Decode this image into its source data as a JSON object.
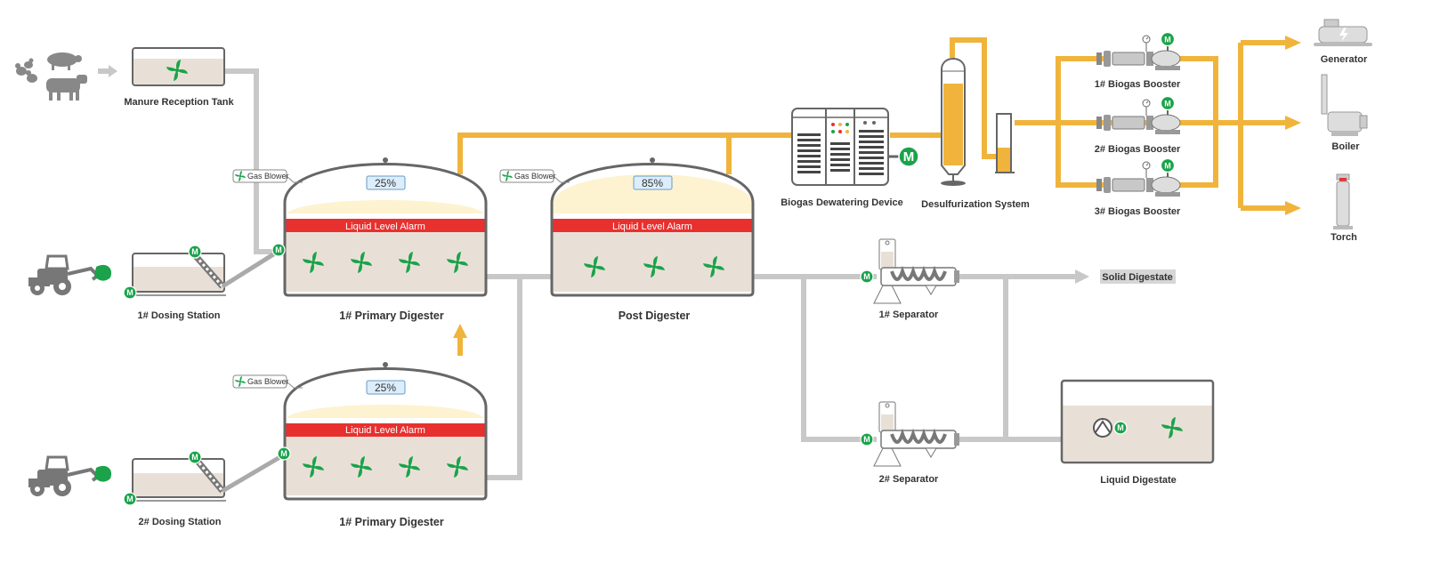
{
  "colors": {
    "gas": "#f0b43c",
    "pipe": "#c8c8c8",
    "outline": "#666666",
    "liquid": "#e8e0d6",
    "foam": "#fdf3d0",
    "alarm": "#e8302e",
    "fan": "#1aa34a",
    "motor": "#1aa34a"
  },
  "inputs": {
    "manure_tank": "Manure Reception Tank",
    "dosing_1": "1# Dosing Station",
    "dosing_2": "2# Dosing Station"
  },
  "digesters": [
    {
      "label": "1# Primary Digester",
      "level": "25%",
      "alarm": "Liquid Level Alarm",
      "blower": "Gas Blower"
    },
    {
      "label": "Post Digester",
      "level": "85%",
      "alarm": "Liquid Level Alarm",
      "blower": "Gas Blower"
    },
    {
      "label": "1# Primary Digester",
      "level": "25%",
      "alarm": "Liquid Level Alarm",
      "blower": "Gas Blower"
    }
  ],
  "gas_line": {
    "dewatering": "Biogas Dewatering Device",
    "desulfurization": "Desulfurization System",
    "boosters": [
      "1# Biogas Booster",
      "2# Biogas Booster",
      "3# Biogas Booster"
    ]
  },
  "outputs": {
    "generator": "Generator",
    "boiler": "Boiler",
    "torch": "Torch"
  },
  "separation": {
    "separator_1": "1# Separator",
    "separator_2": "2# Separator",
    "solid": "Solid Digestate",
    "liquid": "Liquid Digestate"
  },
  "motor_letter": "M",
  "icons": [
    "pig-icon",
    "chicken-icon",
    "cow-icon",
    "tractor-icon",
    "fan-icon",
    "motor-icon",
    "pump-icon",
    "pressure-gauge-icon",
    "lightning-icon"
  ]
}
